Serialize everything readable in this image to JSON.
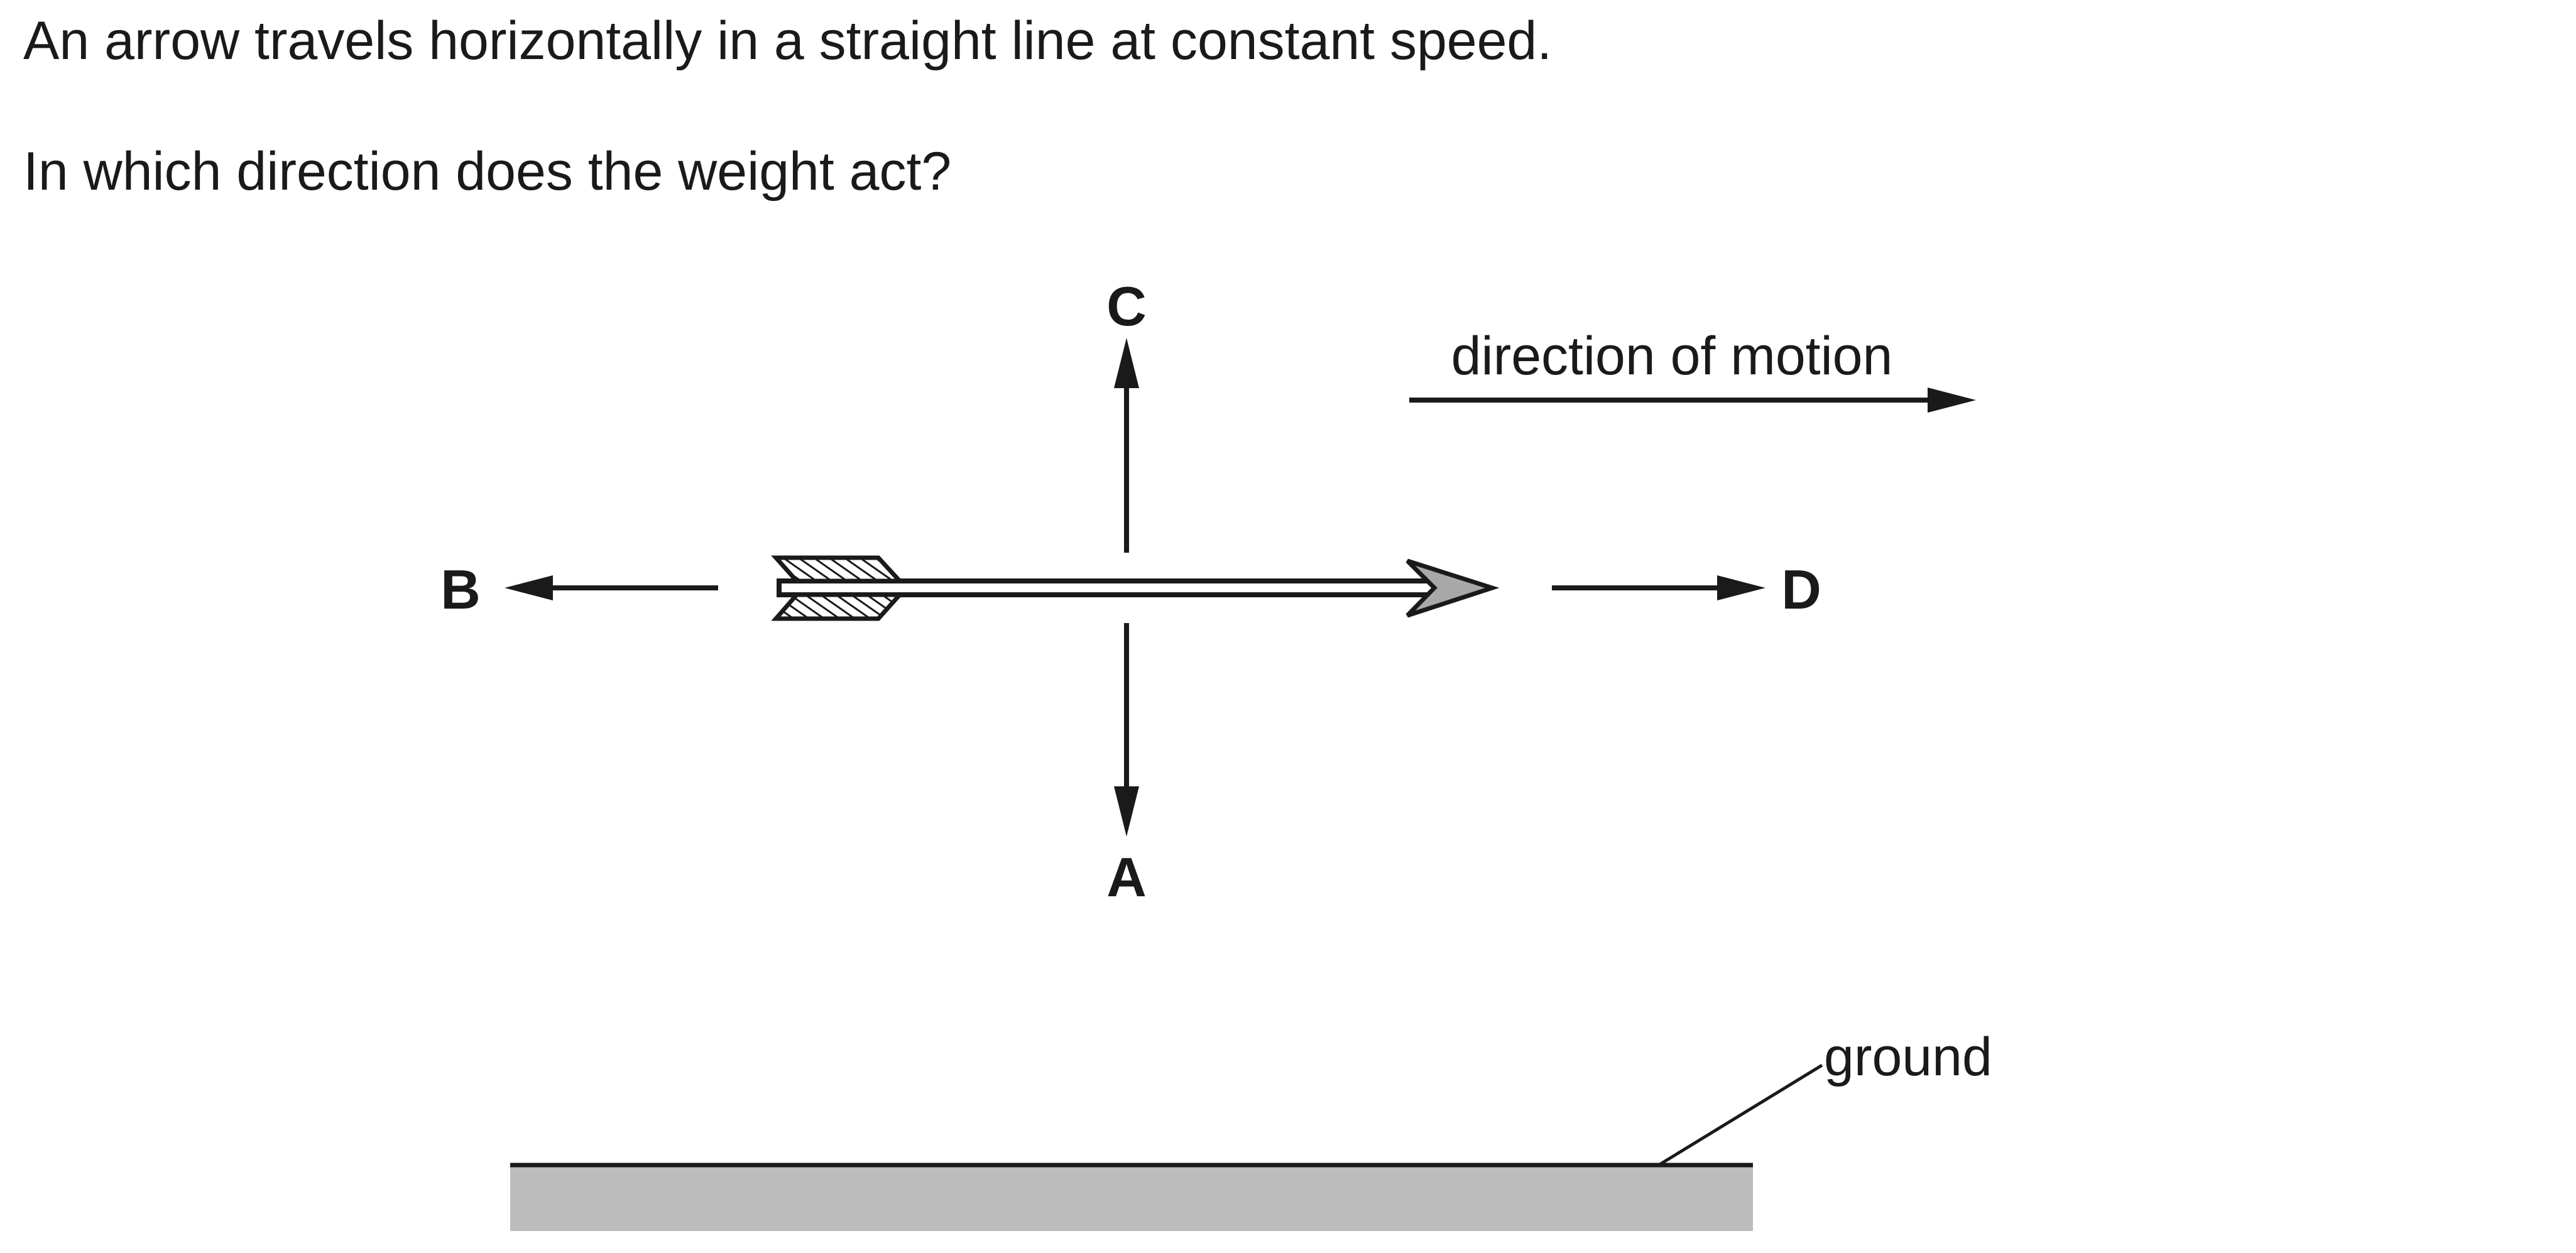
{
  "question": {
    "line1": "An arrow travels horizontally in a straight line at constant speed.",
    "line2": "In which direction does the weight act?"
  },
  "diagram": {
    "options": {
      "a": "A",
      "b": "B",
      "c": "C",
      "d": "D"
    },
    "motion_label": "direction of motion",
    "ground_label": "ground",
    "colors": {
      "ink": "#1a1a1a",
      "ground_fill": "#bcbcbc",
      "arrowhead_fill": "#a8a8a8"
    }
  }
}
